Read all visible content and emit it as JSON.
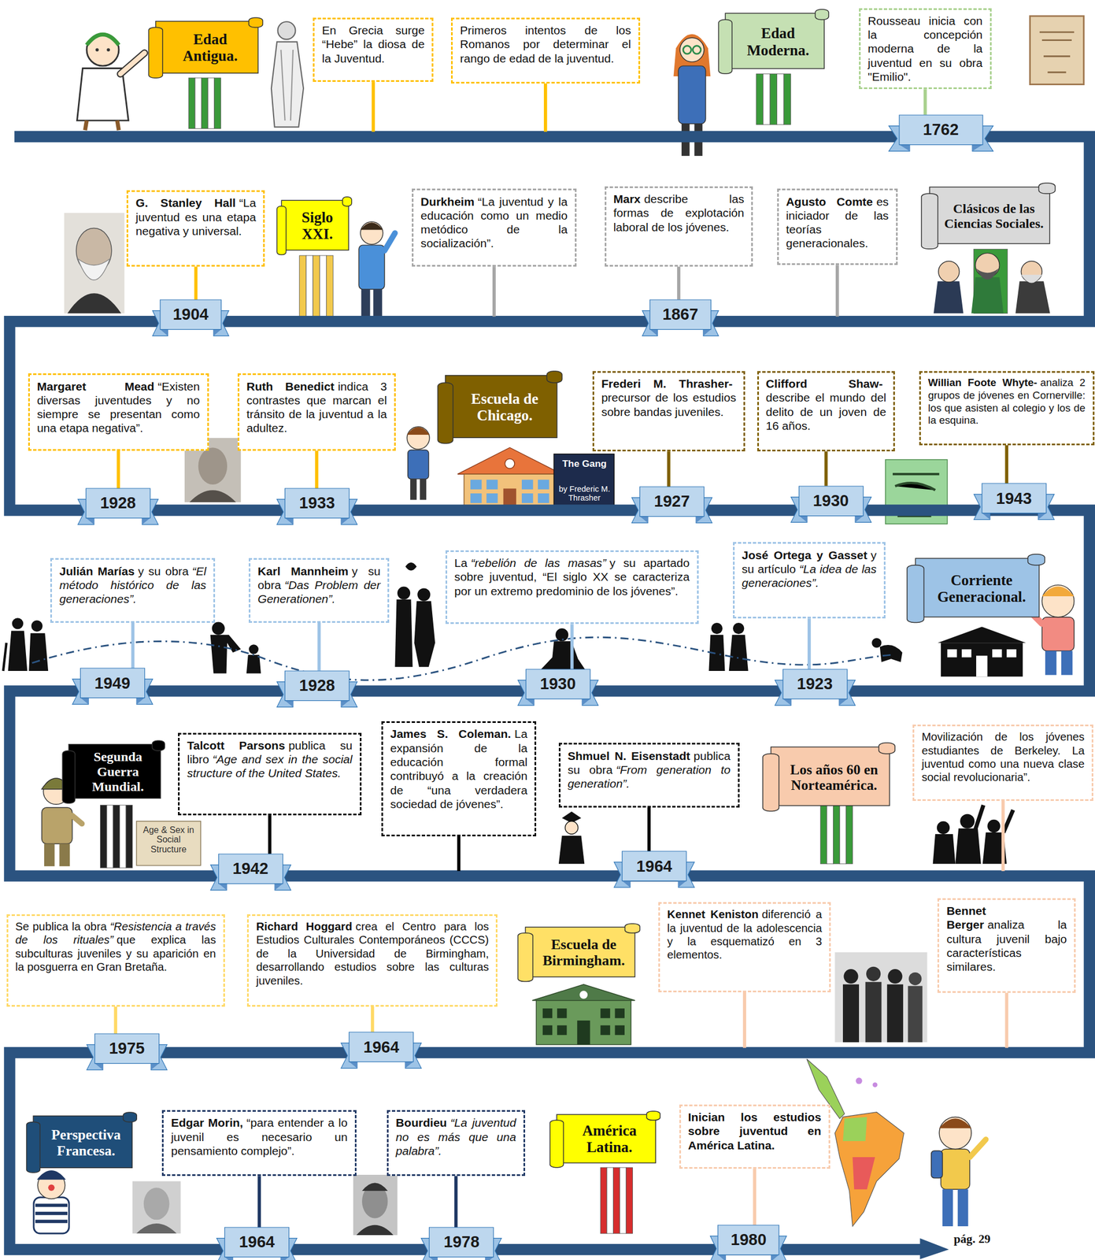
{
  "diagram": {
    "nodes": [
      {
        "text": [
          "Edad Antigua."
        ]
      },
      {
        "text": [
          "En Grecia surge “Hebe” la diosa de la Juventud."
        ]
      },
      {
        "text": [
          "Primeros intentos de los Romanos por determinar el rango de edad de la juventud."
        ]
      },
      {
        "text": [
          "Edad Moderna."
        ]
      },
      {
        "text": [
          "Rousseau inicia con la concepción moderna de la juventud en su obra \"Emilio\"."
        ]
      },
      {
        "text": [
          "1762"
        ]
      },
      {
        "text": [
          "Clásicos de las Ciencias Sociales."
        ]
      },
      {
        "text": [
          "Agusto Comte",
          "es iniciador de las teorías generacionales."
        ]
      },
      {
        "text": [
          "Marx",
          "describe las formas de explotación laboral de los jóvenes."
        ]
      },
      {
        "text": [
          "1867"
        ]
      },
      {
        "text": [
          "Durkheim",
          "“La juventud y la educación como un medio metódico de la socialización”."
        ]
      },
      {
        "text": [
          "Siglo XXI."
        ]
      },
      {
        "text": [
          "G. Stanley Hall",
          "“La juventud es una etapa negativa y universal."
        ]
      },
      {
        "text": [
          "1904"
        ]
      },
      {
        "text": [
          "Margaret Mead",
          "“Existen diversas juventudes y no siempre se presentan como una etapa negativa”."
        ]
      },
      {
        "text": [
          "1928"
        ]
      },
      {
        "text": [
          "Ruth Benedict",
          "indica 3 contrastes que marcan el tránsito de la juventud a la adultez."
        ]
      },
      {
        "text": [
          "1933"
        ]
      },
      {
        "text": [
          "Escuela de Chicago."
        ]
      },
      {
        "text": [
          "Frederi M. Thrasher-",
          "precursor de los estudios sobre bandas juveniles."
        ]
      },
      {
        "text": [
          "1927"
        ]
      },
      {
        "text": [
          "Clifford Shaw-",
          "describe el mundo del delito de un joven de 16 años."
        ]
      },
      {
        "text": [
          "1930"
        ]
      },
      {
        "text": [
          "Willian Foote Whyte-",
          "analiza 2 grupos de jóvenes en Cornerville: los que asisten al colegio y los de la esquina."
        ]
      },
      {
        "text": [
          "1943"
        ]
      },
      {
        "text": [
          "Corriente Generacional."
        ]
      },
      {
        "text": [
          "José Ortega y Gasset",
          "y su artículo",
          "“La idea de las generaciones”."
        ]
      },
      {
        "text": [
          "1923"
        ]
      },
      {
        "text": [
          "La",
          "“rebelión de las masas”",
          "y su apartado sobre juventud, “El siglo XX se caracteriza por un extremo predominio de los jóvenes”."
        ]
      },
      {
        "text": [
          "1930"
        ]
      },
      {
        "text": [
          "Karl Mannheim",
          "y su obra",
          "“Das Problem der Generationen”."
        ]
      },
      {
        "text": [
          "1928"
        ]
      },
      {
        "text": [
          "Julián Marías",
          "y su obra",
          "“El método histórico de las generaciones”."
        ]
      },
      {
        "text": [
          "1949"
        ]
      },
      {
        "text": [
          "Segunda Guerra Mundial."
        ]
      },
      {
        "text": [
          "Talcott Parsons",
          "publica su libro",
          "“Age and sex in the social structure of the United States."
        ]
      },
      {
        "text": [
          "1942"
        ]
      },
      {
        "text": [
          "James S. Coleman.",
          "La expansión de la educación formal contribuyó a la creación de “una verdadera sociedad de jóvenes”."
        ]
      },
      {
        "text": [
          "Shmuel N. Eisenstadt",
          "publica su obra",
          "“From generation to generation”."
        ]
      },
      {
        "text": [
          "1964"
        ]
      },
      {
        "text": [
          "Los años 60 en Norteamérica."
        ]
      },
      {
        "text": [
          "Movilización de los jóvenes estudiantes de Berkeley. La juventud como una nueva clase social revolucionaria”."
        ]
      },
      {
        "text": [
          "Bennet Berger",
          "analiza la cultura juvenil bajo características similares."
        ]
      },
      {
        "text": [
          "Kennet Keniston",
          "diferenció a la juventud de la adolescencia y la esquematizó en 3 elementos."
        ]
      },
      {
        "text": [
          "Escuela de Birmingham."
        ]
      },
      {
        "text": [
          "Richard Hoggard",
          "crea el Centro para los Estudios Culturales Contemporáneos (CCCS) de la Universidad de Birmingham, desarrollando estudios sobre las culturas juveniles."
        ]
      },
      {
        "text": [
          "1964"
        ]
      },
      {
        "text": [
          "Se publica la obra",
          "“Resistencia a través de los rituales”",
          "que explica las subculturas juveniles y su aparición en la posguerra en Gran Bretaña."
        ]
      },
      {
        "text": [
          "1975"
        ]
      },
      {
        "text": [
          "Perspectiva Francesa."
        ]
      },
      {
        "text": [
          "Edgar Morin,",
          "“para entender a lo juvenil es necesario un pensamiento complejo”."
        ]
      },
      {
        "text": [
          "1964"
        ]
      },
      {
        "text": [
          "Bourdieu",
          "“La juventud no es más que una palabra”."
        ]
      },
      {
        "text": [
          "1978"
        ]
      },
      {
        "text": [
          "América Latina."
        ]
      },
      {
        "text": [
          "Inician los estudios sobre juventud en América Latina."
        ]
      },
      {
        "text": [
          "1980"
        ]
      }
    ],
    "edges": [
      {
        "from": 4,
        "to": 5,
        "arrow": "none"
      },
      {
        "from": 8,
        "to": 9,
        "arrow": "none"
      },
      {
        "from": 12,
        "to": 13,
        "arrow": "none"
      },
      {
        "from": 14,
        "to": 15,
        "arrow": "none"
      },
      {
        "from": 16,
        "to": 17,
        "arrow": "none"
      },
      {
        "from": 19,
        "to": 20,
        "arrow": "none"
      },
      {
        "from": 21,
        "to": 22,
        "arrow": "none"
      },
      {
        "from": 23,
        "to": 24,
        "arrow": "none"
      },
      {
        "from": 26,
        "to": 27,
        "arrow": "none"
      },
      {
        "from": 28,
        "to": 29,
        "arrow": "none"
      },
      {
        "from": 30,
        "to": 31,
        "arrow": "none"
      },
      {
        "from": 32,
        "to": 33,
        "arrow": "none"
      },
      {
        "from": 35,
        "to": 36,
        "arrow": "none"
      },
      {
        "from": 38,
        "to": 39,
        "arrow": "none"
      },
      {
        "from": 45,
        "to": 46,
        "arrow": "none"
      },
      {
        "from": 47,
        "to": 48,
        "arrow": "none"
      },
      {
        "from": 50,
        "to": 51,
        "arrow": "none"
      },
      {
        "from": 52,
        "to": 53,
        "arrow": "none"
      },
      {
        "from": 55,
        "to": 56,
        "arrow": "none"
      }
    ],
    "labels": [
      "The Gang",
      "by Frederic M. Thrasher",
      "Age & Sex in Social Structure",
      "pág. 29"
    ]
  }
}
